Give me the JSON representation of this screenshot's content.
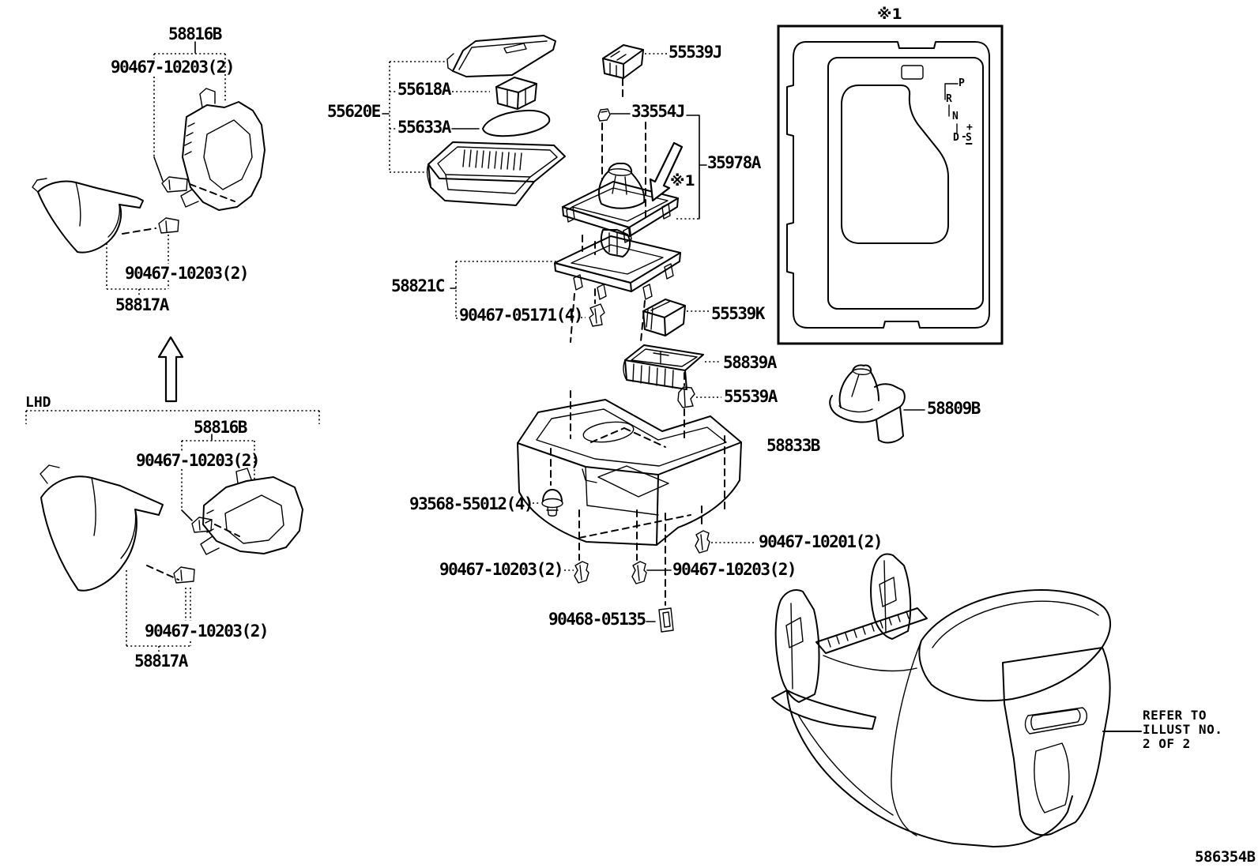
{
  "page": {
    "background": "#ffffff",
    "ink": "#000000"
  },
  "diagram": {
    "code": "586354B",
    "region_note": "LHD",
    "inset_marker": "※1",
    "arrow_marker": "※1",
    "refer_note": {
      "line1": "REFER TO",
      "line2": "ILLUST NO.",
      "line3": "2 OF 2"
    },
    "shift_gate": {
      "park": "P",
      "reverse": "R",
      "neutral": "N",
      "drive": "D",
      "dash": "-",
      "sport": "S",
      "plus": "+",
      "minus": "−"
    }
  },
  "labels": {
    "s1_58816B": "58816B",
    "s1_90467_top": "90467-10203(2)",
    "s1_90467_bottom": "90467-10203(2)",
    "s1_58817A": "58817A",
    "s2_58816B": "58816B",
    "s2_90467_top": "90467-10203(2)",
    "s2_90467_bottom": "90467-10203(2)",
    "s2_58817A": "58817A",
    "p55620E": "55620E",
    "p55618A": "55618A",
    "p55633A": "55633A",
    "p55539J": "55539J",
    "p33554J": "33554J",
    "p35978A": "35978A",
    "p58821C": "58821C",
    "p90467_05171": "90467-05171(4)",
    "p55539K": "55539K",
    "p58839A": "58839A",
    "p55539A": "55539A",
    "p58809B": "58809B",
    "p58833B": "58833B",
    "p93568_55012": "93568-55012(4)",
    "p90467_10201": "90467-10201(2)",
    "p90467_10203_left": "90467-10203(2)",
    "p90467_10203_right": "90467-10203(2)",
    "p90468_05135": "90468-05135"
  }
}
